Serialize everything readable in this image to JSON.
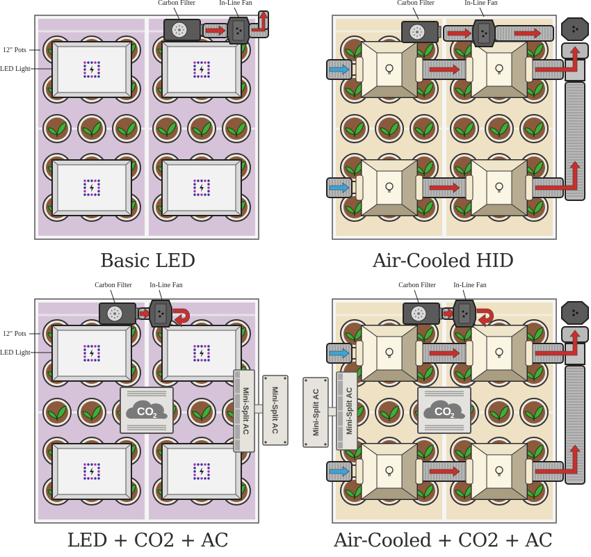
{
  "panels": [
    {
      "title": "Basic LED",
      "type": "led",
      "co2": false,
      "ac": false
    },
    {
      "title": "Air-Cooled HID",
      "type": "hid",
      "co2": false,
      "ac": false
    },
    {
      "title": "LED + CO2 + AC",
      "type": "led",
      "co2": true,
      "ac": true
    },
    {
      "title": "Air-Cooled + CO2 + AC",
      "type": "hid",
      "co2": true,
      "ac": true
    }
  ],
  "labels": {
    "carbon_filter": "Carbon Filter",
    "inline_fan": "In-Line Fan",
    "pots": "12\" Pots",
    "led_light": "LED Light",
    "mini_split": "Mini-Split AC",
    "co2": "CO2"
  },
  "colors": {
    "led_floor": "#d6c3d9",
    "hid_floor": "#efe1c3",
    "soil": "#8a5a3c",
    "leaf": "#3fae3a",
    "exhaust_arrow": "#c9302c",
    "intake_arrow": "#3aa5d6",
    "duct": "#b9b9b9",
    "device": "#5a5a5a"
  }
}
